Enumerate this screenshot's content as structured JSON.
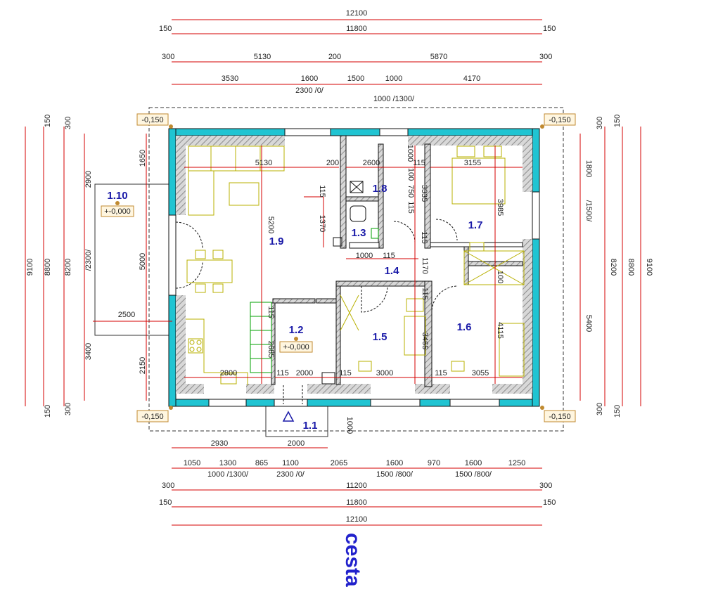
{
  "dims_top": [
    {
      "y": 0,
      "texts": [
        "12100"
      ]
    },
    {
      "y": 1,
      "texts": [
        "150",
        "11800",
        "150"
      ]
    },
    {
      "y": 2,
      "texts": [
        "300",
        "5130",
        "200",
        "5870",
        "300"
      ]
    },
    {
      "y": 3,
      "texts": [
        "3530",
        "1600",
        "1500",
        "1000",
        "4170"
      ]
    },
    {
      "y": 4,
      "texts": [
        "2300 /0/",
        "1000 /1300/"
      ]
    }
  ],
  "dims_bottom": [
    {
      "texts": [
        "2930",
        "2000"
      ]
    },
    {
      "texts": [
        "1050",
        "1300",
        "865",
        "1100",
        "2065",
        "1600",
        "970",
        "1600",
        "1250"
      ]
    },
    {
      "texts": [
        "1000 /1300/",
        "2300 /0/",
        "1500 /800/",
        "1500 /800/"
      ]
    },
    {
      "texts": [
        "300",
        "11200",
        "300"
      ]
    },
    {
      "texts": [
        "150",
        "11800",
        "150"
      ]
    },
    {
      "texts": [
        "12100"
      ]
    }
  ],
  "dims_left": {
    "outer": "9100",
    "a": [
      "150",
      "8800",
      "150"
    ],
    "b": [
      "300",
      "8200",
      "300"
    ],
    "c": [
      "2900",
      "/2300/",
      "3400"
    ],
    "d": [
      "1650",
      "5000",
      "2150"
    ]
  },
  "dims_right": {
    "outer": "9100",
    "a": [
      "150",
      "8800",
      "150"
    ],
    "b": [
      "300",
      "8200",
      "300"
    ],
    "c": [
      "1800",
      "/1500/",
      "5400"
    ]
  },
  "inner_dims": [
    "5130",
    "200",
    "2600",
    "1000",
    "115",
    "3155",
    "115",
    "1370",
    "5200",
    "3335",
    "100",
    "750",
    "115",
    "115",
    "3985",
    "1000",
    "115",
    "1170",
    "100",
    "115",
    "4115",
    "115",
    "2685",
    "3465",
    "2800",
    "115",
    "2000",
    "115",
    "3000",
    "115",
    "3055",
    "2500",
    "1000"
  ],
  "levels": {
    "tl": "-0,150",
    "tr": "-0,150",
    "bl": "-0,150",
    "br": "-0,150",
    "room10": "+-0,000",
    "room12": "+-0,000"
  },
  "rooms": [
    "1.10",
    "1.9",
    "1.8",
    "1.3",
    "1.7",
    "1.4",
    "1.2",
    "1.5",
    "1.6",
    "1.1"
  ],
  "road_label": "cesta",
  "colors": {
    "dim": "#d40000",
    "wall": "#20c4d2",
    "hatch": "#9a9a9a",
    "furniture": "#b8b000",
    "green": "#00a000",
    "room": "#1a1aa8",
    "level_box": "#c08a30"
  }
}
